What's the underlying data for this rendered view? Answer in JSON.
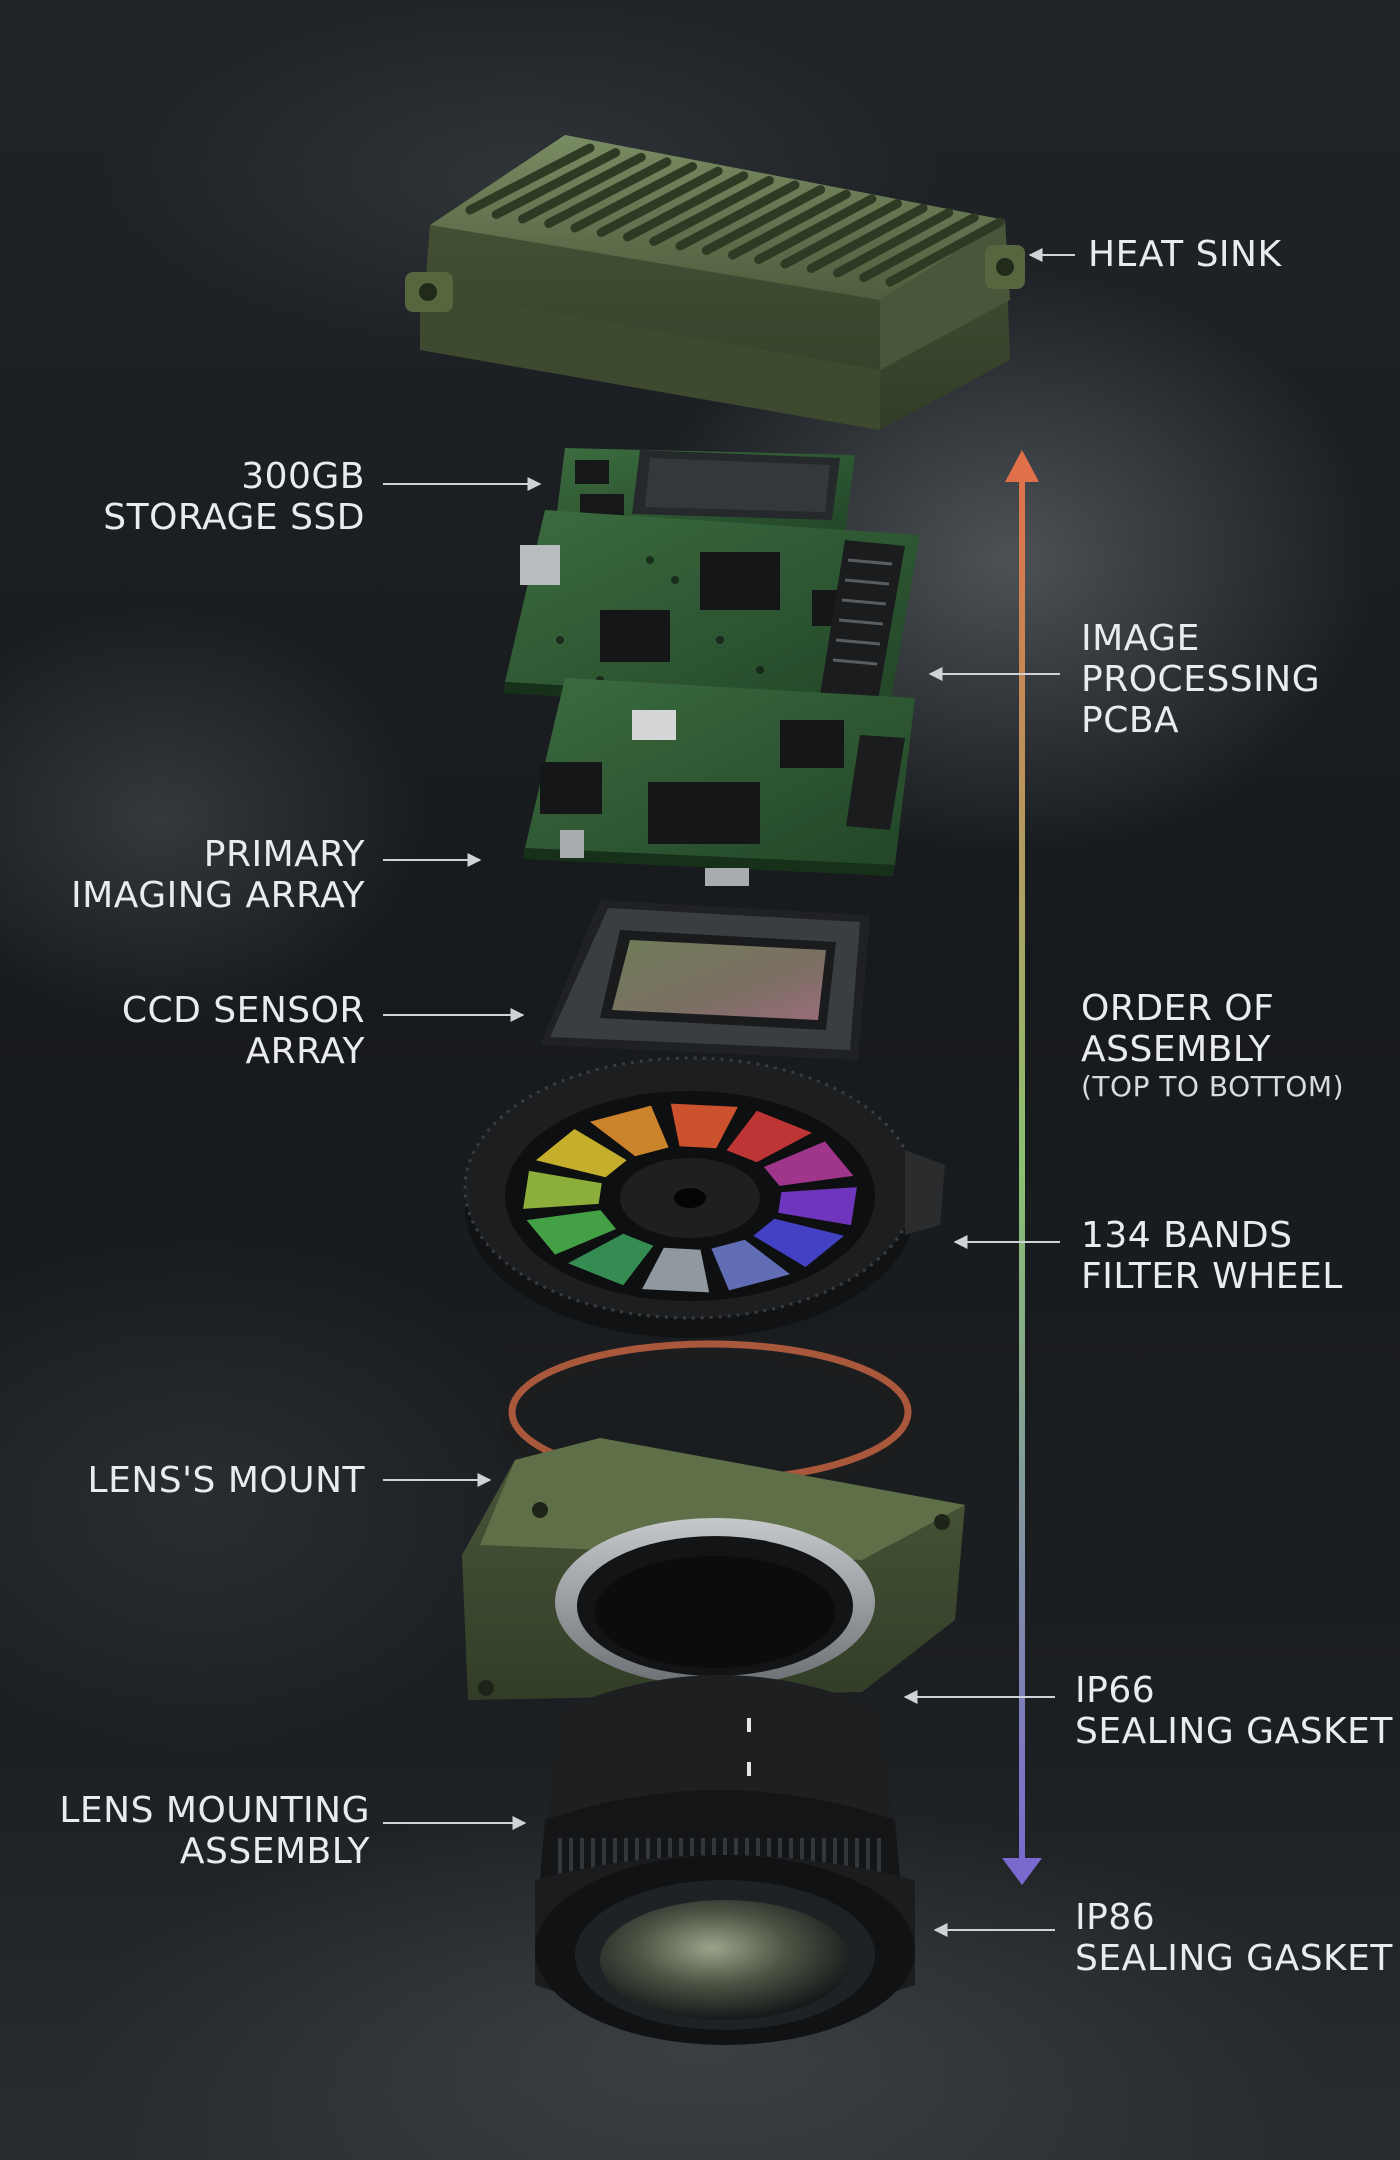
{
  "labels": {
    "heat_sink": [
      "HEAT SINK"
    ],
    "storage_ssd": [
      "300GB",
      "STORAGE SSD"
    ],
    "image_processing_pcba": [
      "IMAGE",
      "PROCESSING",
      "PCBA"
    ],
    "primary_imaging_array": [
      "PRIMARY",
      "IMAGING ARRAY"
    ],
    "ccd_sensor_array": [
      "CCD SENSOR",
      "ARRAY"
    ],
    "order_of_assembly": [
      "ORDER OF",
      "ASSEMBLY"
    ],
    "order_of_assembly_note": "(TOP TO BOTTOM)",
    "filter_wheel": [
      "134 BANDS",
      "FILTER WHEEL"
    ],
    "lens_mount": [
      "LENS'S MOUNT"
    ],
    "ip66_gasket": [
      "IP66",
      "SEALING GASKET"
    ],
    "lens_mounting_assembly": [
      "LENS MOUNTING",
      "ASSEMBLY"
    ],
    "ip86_gasket": [
      "IP86",
      "SEALING GASKET"
    ]
  },
  "colors": {
    "housing_green": "#5a6b48",
    "pcb_green": "#2f5a34",
    "arrow_top": "#e0704a",
    "arrow_middle": "#8ac070",
    "arrow_bottom": "#7a6ad0",
    "filter_bands": [
      "#d8c030",
      "#e09030",
      "#e05a30",
      "#d03a3a",
      "#b03a9a",
      "#7a3ad0",
      "#4a48d8",
      "#6a78c8",
      "#a0a8b0",
      "#3a9a5a",
      "#4ab04a",
      "#9ac040"
    ]
  }
}
